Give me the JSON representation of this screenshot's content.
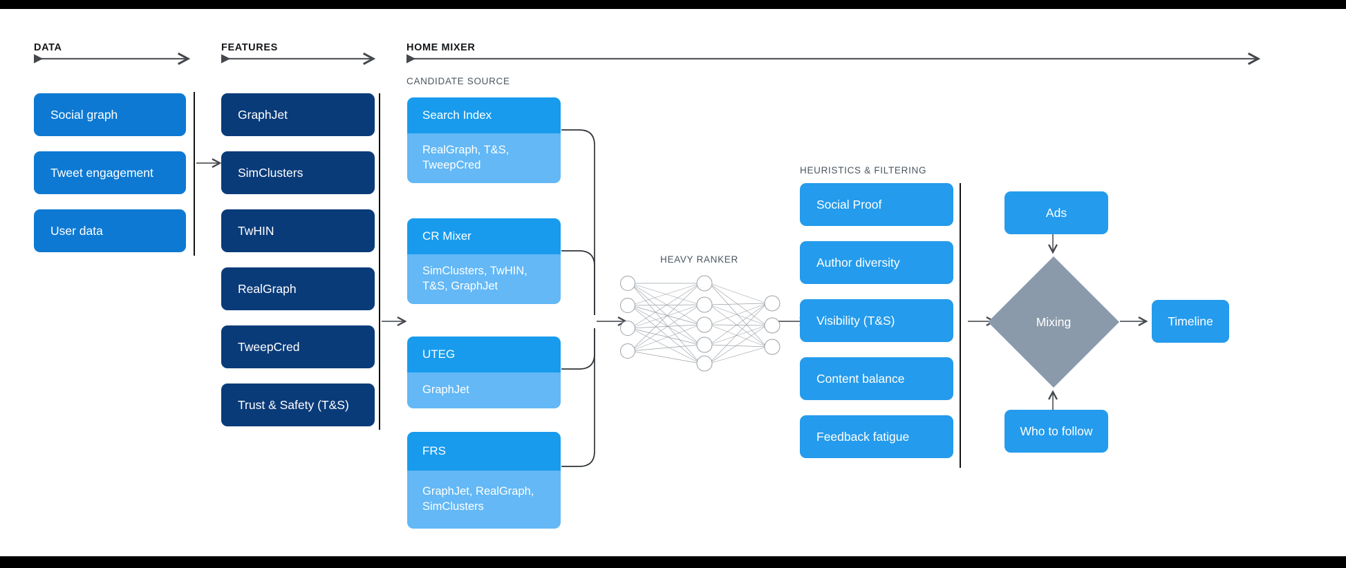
{
  "page": {
    "title": "Twitter Home Mixer recommendation pipeline diagram",
    "background": "#ffffff",
    "colors": {
      "data_box": "#0D79D3",
      "feature_box": "#0A3B79",
      "candidate_header": "#189BED",
      "candidate_body": "#63B8F5",
      "heuristic_box": "#249BEC",
      "output_box": "#249BEC",
      "diamond": "#8B9AAB",
      "line": "#55595e",
      "header_text": "#14171a",
      "subheader_text": "#4a5560"
    }
  },
  "sections": {
    "data": {
      "label": "DATA"
    },
    "features": {
      "label": "FEATURES"
    },
    "home_mixer": {
      "label": "HOME MIXER"
    },
    "candidate_source": {
      "label": "CANDIDATE SOURCE"
    },
    "heavy_ranker": {
      "label": "HEAVY RANKER"
    },
    "heuristics": {
      "label": "HEURISTICS & FILTERING"
    }
  },
  "data_boxes": [
    {
      "label": "Social graph"
    },
    {
      "label": "Tweet engagement"
    },
    {
      "label": "User data"
    }
  ],
  "feature_boxes": [
    {
      "label": "GraphJet"
    },
    {
      "label": "SimClusters"
    },
    {
      "label": "TwHIN"
    },
    {
      "label": "RealGraph"
    },
    {
      "label": "TweepCred"
    },
    {
      "label": "Trust & Safety (T&S)"
    }
  ],
  "candidate_sources": [
    {
      "title": "Search Index",
      "features": "RealGraph, T&S, TweepCred"
    },
    {
      "title": "CR Mixer",
      "features": "SimClusters, TwHIN, T&S, GraphJet"
    },
    {
      "title": "UTEG",
      "features": "GraphJet"
    },
    {
      "title": "FRS",
      "features": "GraphJet, RealGraph, SimClusters"
    }
  ],
  "heavy_ranker": {
    "label": "HEAVY RANKER",
    "layers": [
      4,
      5,
      3
    ]
  },
  "heuristic_boxes": [
    {
      "label": "Social Proof"
    },
    {
      "label": "Author diversity"
    },
    {
      "label": "Visibility (T&S)"
    },
    {
      "label": "Content balance"
    },
    {
      "label": "Feedback fatigue"
    }
  ],
  "mixing": {
    "label": "Mixing",
    "inputs_top": {
      "label": "Ads"
    },
    "inputs_bottom": {
      "label": "Who to follow"
    },
    "output": {
      "label": "Timeline"
    }
  }
}
